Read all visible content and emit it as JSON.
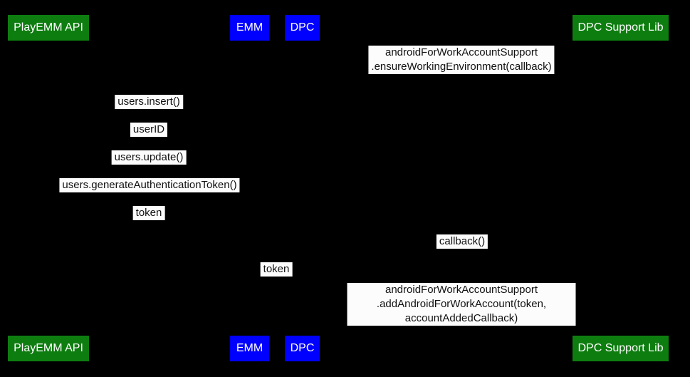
{
  "colors": {
    "background": "#000000",
    "actor_green": "#0e7d10",
    "actor_blue": "#0000ff",
    "actor_text": "#ffffff",
    "label_bg": "#fcfcfc",
    "label_text": "#111111"
  },
  "actors": [
    {
      "id": "playemm-api",
      "label": "PlayEMM API",
      "color": "green"
    },
    {
      "id": "emm",
      "label": "EMM",
      "color": "blue"
    },
    {
      "id": "dpc",
      "label": "DPC",
      "color": "blue"
    },
    {
      "id": "dpc-support-lib",
      "label": "DPC Support Lib",
      "color": "green"
    }
  ],
  "messages": [
    {
      "text": "androidForWorkAccountSupport\n.ensureWorkingEnvironment(callback)"
    },
    {
      "text": "users.insert()"
    },
    {
      "text": "userID"
    },
    {
      "text": "users.update()"
    },
    {
      "text": "users.generateAuthenticationToken()"
    },
    {
      "text": "token"
    },
    {
      "text": "callback()"
    },
    {
      "text": "token"
    },
    {
      "text": "androidForWorkAccountSupport\n.addAndroidForWorkAccount(token, accountAddedCallback)"
    }
  ]
}
